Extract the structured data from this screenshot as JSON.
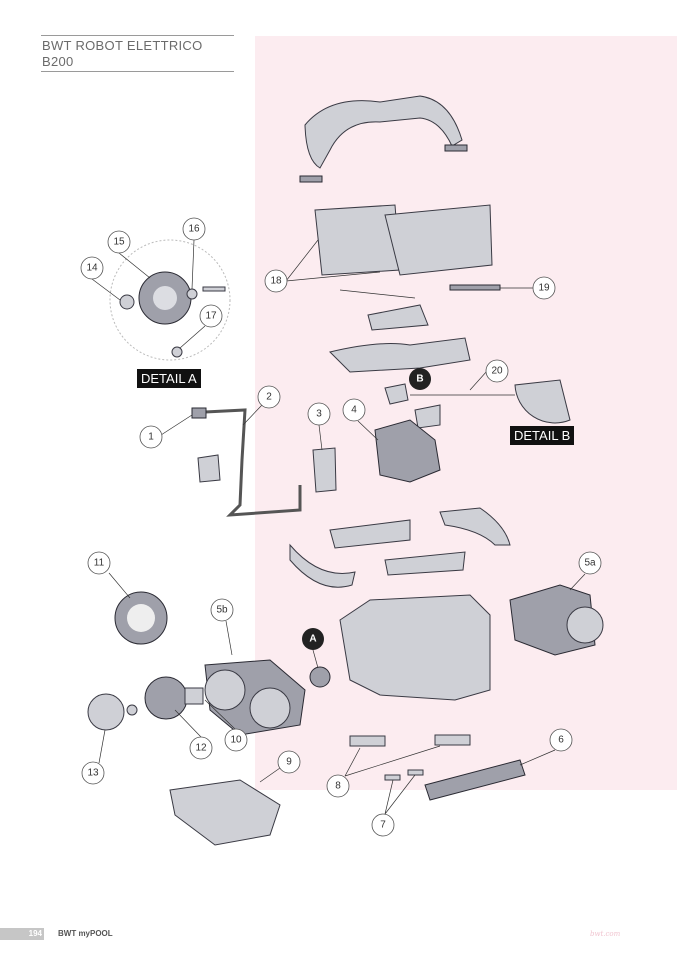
{
  "header": {
    "title": "BWT ROBOT ELETTRICO B200"
  },
  "details": {
    "a": "DETAIL A",
    "b": "DETAIL B"
  },
  "callouts": {
    "c1": "1",
    "c2": "2",
    "c3": "3",
    "c4": "4",
    "c5a": "5a",
    "c5b": "5b",
    "c6": "6",
    "c7": "7",
    "c8": "8",
    "c9": "9",
    "c10": "10",
    "c11": "11",
    "c12": "12",
    "c13": "13",
    "c14": "14",
    "c15": "15",
    "c16": "16",
    "c17": "17",
    "c18": "18",
    "c19": "19",
    "c20": "20",
    "A": "A",
    "B": "B"
  },
  "footer": {
    "page": "194",
    "brand": "BWT myPOOL",
    "url": "bwt.com"
  },
  "colors": {
    "panel": "#fcecf0",
    "callout_dark": "#222222"
  }
}
